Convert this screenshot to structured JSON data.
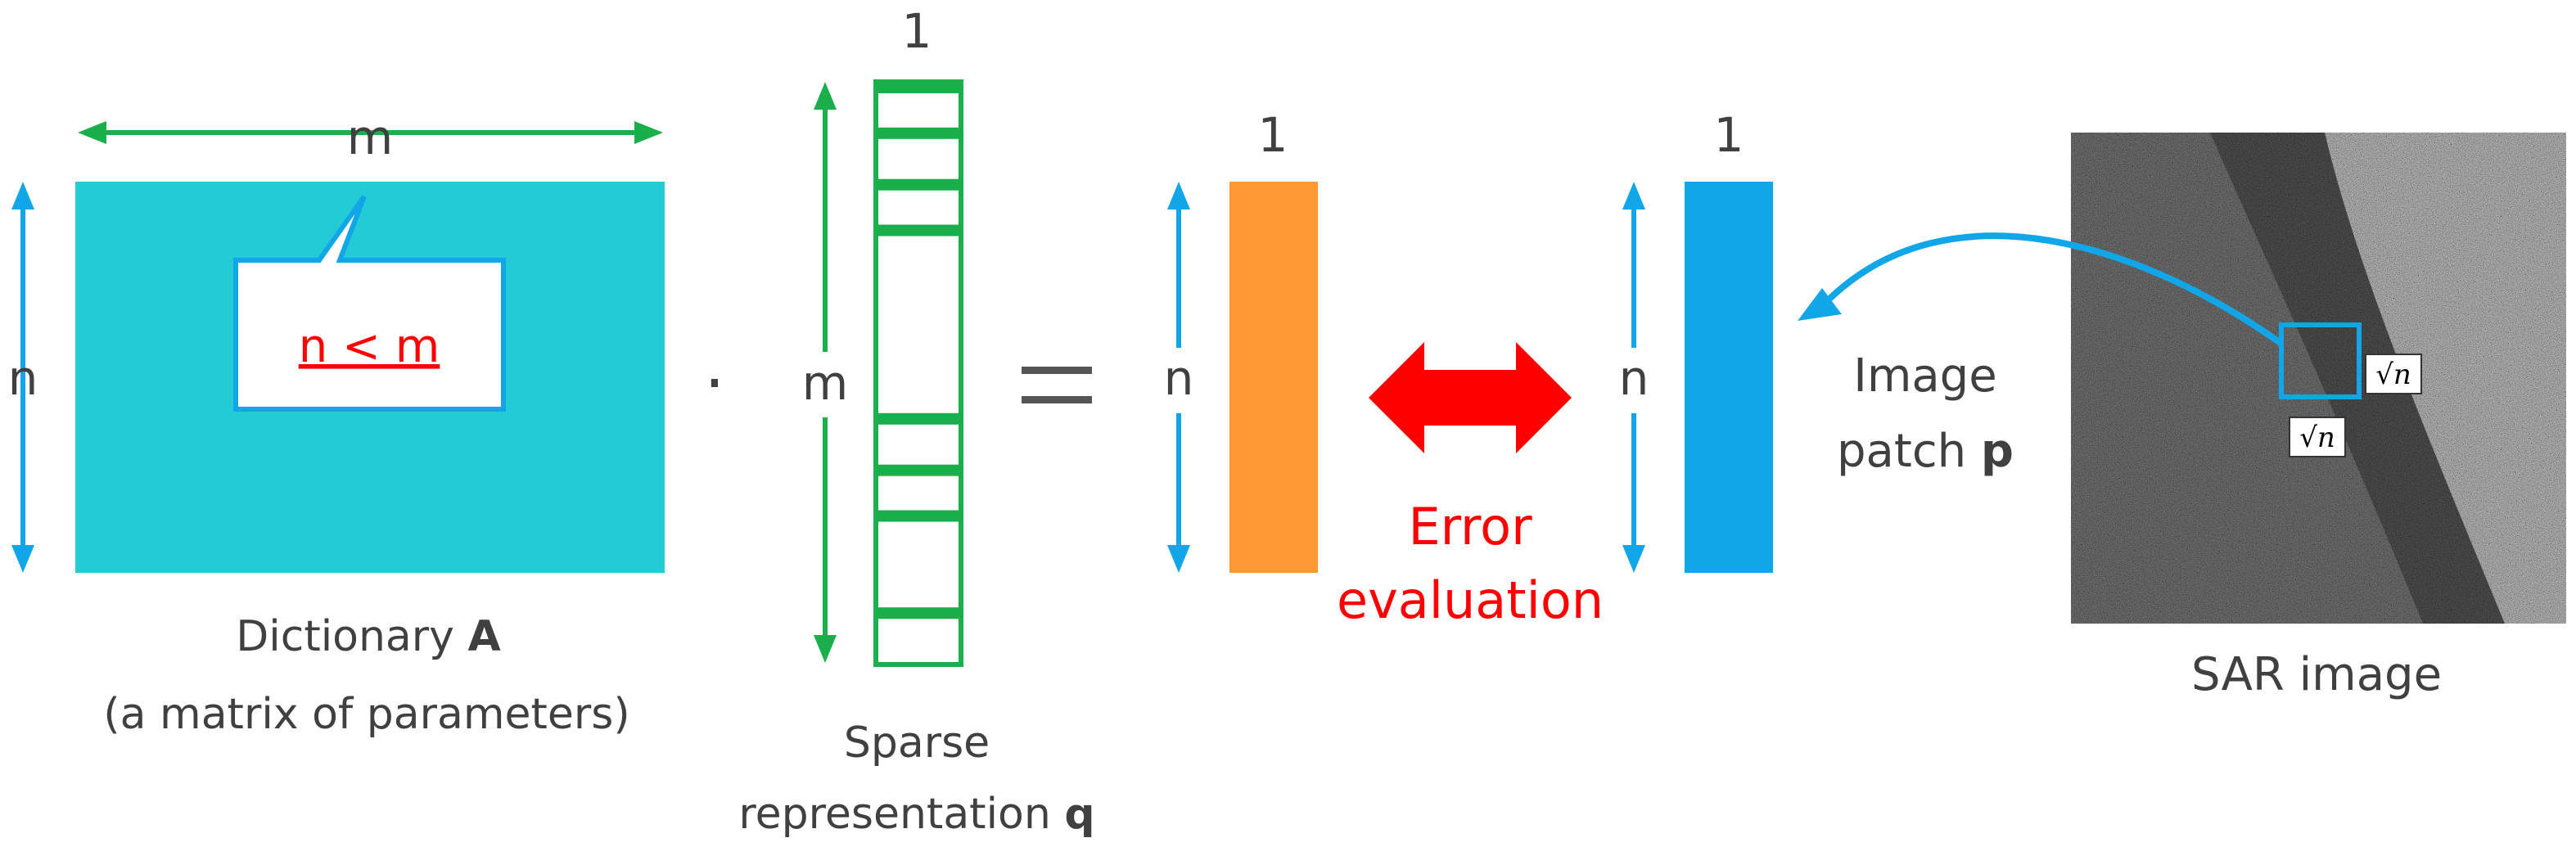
{
  "dictionary": {
    "dim_width": "m",
    "dim_height": "n",
    "callout": "n < m",
    "caption_line1": "Dictionary ",
    "caption_bold": "A",
    "caption_line2": "(a matrix of parameters)"
  },
  "operators": {
    "dot": "·",
    "equals": "="
  },
  "sparse": {
    "dim_top": "1",
    "dim_height": "m",
    "caption_line1": "Sparse",
    "caption_line2": "representation ",
    "caption_bold": "q",
    "active_rows": [
      0.0,
      0.08,
      0.17,
      0.25,
      0.58,
      0.67,
      0.75,
      0.92
    ]
  },
  "result_vector": {
    "dim_top": "1",
    "dim_height": "n"
  },
  "error": {
    "line1": "Error",
    "line2": "evaluation"
  },
  "patch_vector": {
    "dim_top": "1",
    "dim_height": "n",
    "caption_line1": "Image",
    "caption_line2": "patch ",
    "caption_bold": "p"
  },
  "sar": {
    "caption": "SAR image",
    "patch_size_right": "√n",
    "patch_size_bottom": "√n"
  },
  "colors": {
    "green": "#1aaf4b",
    "cyan": "#22cbd6",
    "blue": "#10a6e8",
    "orange": "#ff9933",
    "red": "#ff0000"
  }
}
